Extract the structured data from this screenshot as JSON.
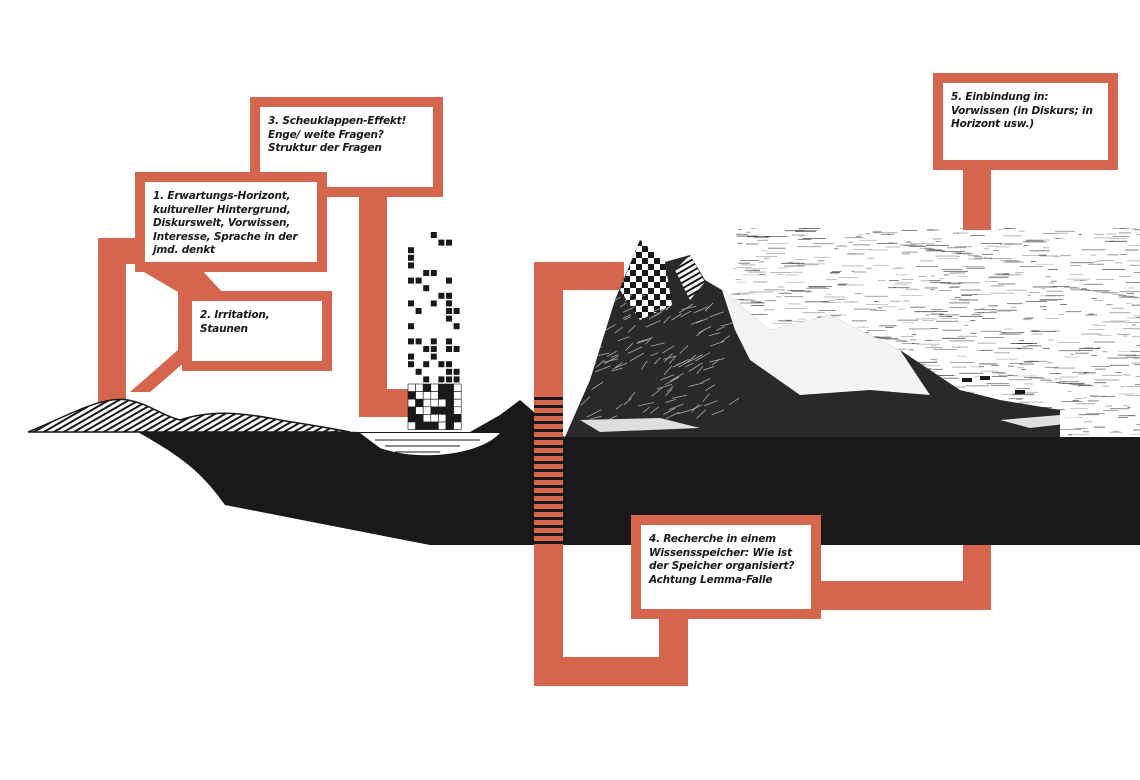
{
  "colors": {
    "accent": "#d5654c",
    "ink": "#1a1819",
    "paper": "#ffffff"
  },
  "boxes": {
    "step1": "1. Erwartungs-Horizont, kultureller Hintergrund, Diskurswelt, Vorwissen, Interesse, Sprache in der jmd. denkt",
    "step2": "2. Irritation, Staunen",
    "step3": "3. Scheuklappen-Effekt! Enge/ weite Fragen? Struktur der Fragen",
    "step4": "4. Recherche in einem Wissensspeicher: Wie ist der Speicher organisiert? Achtung Lemma-Falle",
    "step5": "5. Einbindung in: Vorwissen (in Diskurs; in Horizont usw.)"
  }
}
